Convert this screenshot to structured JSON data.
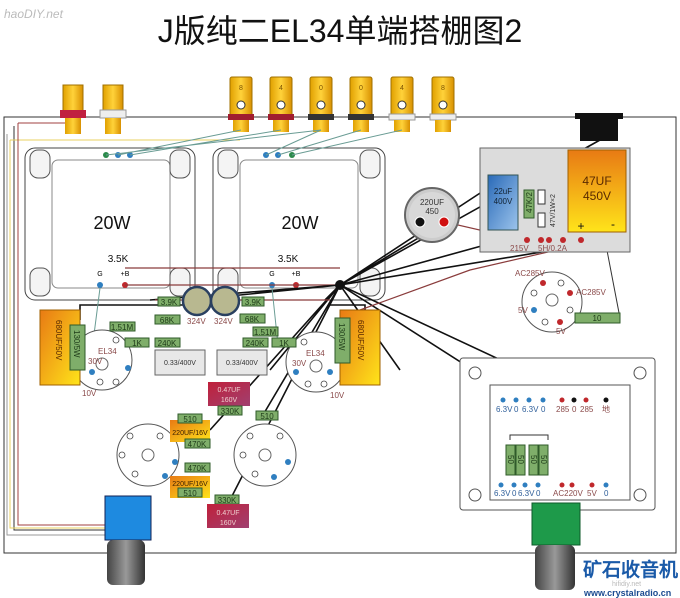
{
  "title": "J版纯二EL34单端搭棚图2",
  "logo": "haoDIY.net",
  "watermark": {
    "cn": "矿石收音机",
    "url": "www.crystalradio.cn",
    "faint": "hifidiy.net"
  },
  "speaker_terminals": [
    "8",
    "4",
    "0",
    "0",
    "4",
    "8"
  ],
  "transformers": [
    {
      "power": "20W",
      "impedance": "3.5K",
      "g": "G",
      "b": "+B"
    },
    {
      "power": "20W",
      "impedance": "3.5K",
      "g": "G",
      "b": "+B"
    }
  ],
  "main_cap": {
    "value": "220UF",
    "voltage": "450"
  },
  "power_board": {
    "cap_small": {
      "value": "22uF",
      "voltage": "400V"
    },
    "cap_big": {
      "value": "47UF",
      "voltage": "450V",
      "plus": "+",
      "minus": "-"
    },
    "resistor": "47K/2",
    "diodes": "47V/1W×2",
    "v215": "215V",
    "choke": "5H/0.2A"
  },
  "rectifier": {
    "ac1": "AC285V",
    "ac2": "AC285V",
    "v5a": "5V",
    "v5b": "5V",
    "resistor": "10"
  },
  "output_stage": {
    "cathode_cap": "680UF/50V",
    "cathode_res": "130/5W",
    "tube": "EL34",
    "v30": "30V",
    "v10": "10V",
    "r_grid": "1.51M",
    "r_1k": "1K",
    "r_240k": "240K",
    "r_68k": "68K",
    "r_39k": "3.9K",
    "coupling_cap": "0.33/400V",
    "v324": "324V"
  },
  "driver_stage": {
    "cap_red": "0.47UF",
    "cap_red_v": "160V",
    "r_330k": "330K",
    "r_510": "510",
    "r_470k": "470K",
    "cap_cathode": "220UF/16V"
  },
  "filament_board": {
    "top": [
      "6.3V",
      "0",
      "6.3V",
      "0",
      "285",
      "0",
      "285",
      "地"
    ],
    "bottom": [
      "6.3V",
      "0",
      "6.3V",
      "0",
      "AC220V",
      "5V",
      "0"
    ],
    "resistors": [
      "50",
      "50",
      "50",
      "50"
    ]
  },
  "colors": {
    "resistor": "#7fae6a",
    "cap_orange": "#f0a020",
    "cap_red": "#c8304a",
    "blue_cap": "#4a88d0",
    "chassis": "#ffffff"
  }
}
